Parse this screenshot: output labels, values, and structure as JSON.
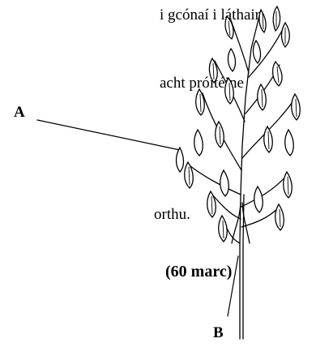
{
  "text": {
    "line1": "i gcónaí i láthair",
    "line2": "acht próitéine",
    "line3": "orthu.",
    "marks": "(60 marc)"
  },
  "diagram": {
    "label_a": "A",
    "label_b": "B"
  }
}
